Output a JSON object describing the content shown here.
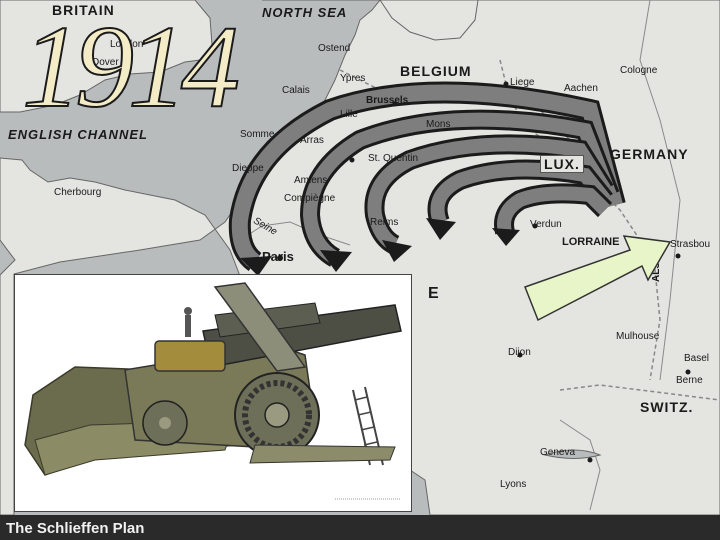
{
  "title_year": "1914",
  "caption": "The Schlieffen Plan",
  "regions": {
    "britain": "BRITAIN",
    "north_sea": "NORTH SEA",
    "english_channel": "ENGLISH CHANNEL",
    "belgium": "BELGIUM",
    "lux": "LUX.",
    "germany": "GERMANY",
    "lorraine": "LORRAINE",
    "alsace": "ALSACE",
    "switz": "SWITZ.",
    "france_fragment": "E"
  },
  "cities": {
    "london": "London",
    "dover": "Dover",
    "ostend": "Ostend",
    "ypres": "Ypres",
    "calais": "Calais",
    "brussels": "Brussels",
    "liege": "Liege",
    "aachen": "Aachen",
    "cologne": "Cologne",
    "lille": "Lille",
    "mons": "Mons",
    "somme": "Somme",
    "arras": "Arras",
    "st_quentin": "St. Quentin",
    "dieppe": "Dieppe",
    "amiens": "Amiens",
    "cherbourg": "Cherbourg",
    "compiegne": "Compiègne",
    "reims": "Reims",
    "verdun": "Verdun",
    "paris": "Paris",
    "seine": "Seine",
    "strasbourg": "Strasbou",
    "dijon": "Dijon",
    "mulhouse": "Mulhouse",
    "basel": "Basel",
    "berne": "Berne",
    "geneva": "Geneva",
    "lyons": "Lyons"
  },
  "colors": {
    "sea": "#b9bcbd",
    "land": "#e4e4e1",
    "arrow_fill": "#4a4a4a",
    "callout_arrow": "#e8f5c8",
    "year_fill": "#f3ecc6"
  },
  "icons": {
    "howitzer": "howitzer-cannon-illustration",
    "callout": "pointing-arrow"
  }
}
